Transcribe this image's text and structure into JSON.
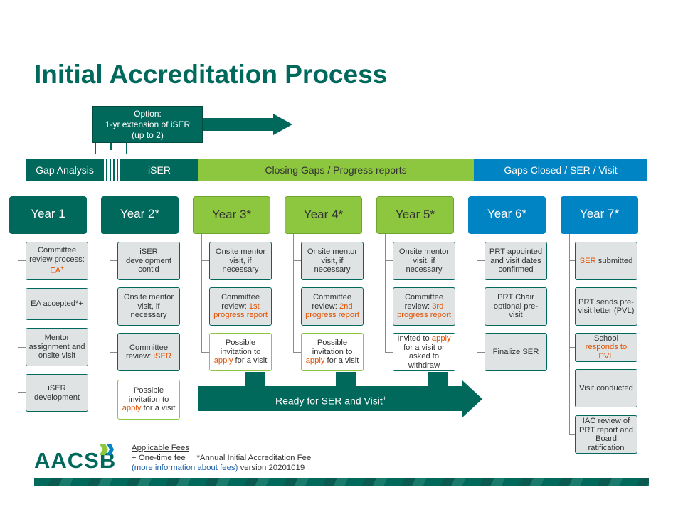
{
  "title": "Initial Accreditation Process",
  "option": {
    "line1": "Option:",
    "line2": "1-yr extension of iSER",
    "line3": "(up to 2)"
  },
  "phases": [
    {
      "label": "Gap Analysis",
      "color": "#00695c"
    },
    {
      "label": "iSER",
      "color": "#00695c"
    },
    {
      "label": "Closing Gaps / Progress reports",
      "color": "#8dc63f"
    },
    {
      "label": "Gaps Closed / SER / Visit",
      "color": "#0084c4"
    }
  ],
  "years": [
    {
      "label": "Year 1",
      "color": "#00695c",
      "text_color": "#ffffff"
    },
    {
      "label": "Year 2*",
      "color": "#00695c",
      "text_color": "#ffffff"
    },
    {
      "label": "Year 3*",
      "color": "#8dc63f",
      "text_color": "#333333"
    },
    {
      "label": "Year 4*",
      "color": "#8dc63f",
      "text_color": "#333333"
    },
    {
      "label": "Year 5*",
      "color": "#8dc63f",
      "text_color": "#333333"
    },
    {
      "label": "Year 6*",
      "color": "#0084c4",
      "text_color": "#ffffff"
    },
    {
      "label": "Year 7*",
      "color": "#0084c4",
      "text_color": "#ffffff"
    }
  ],
  "steps": {
    "y1": [
      "Committee review process: ",
      "EA",
      "+",
      "EA accepted*+",
      "Mentor assignment and onsite visit",
      "iSER development"
    ],
    "y2": [
      "iSER development cont'd",
      "Onsite mentor visit, if necessary",
      "Committee review: ",
      "iSER",
      "Possible invitation to ",
      "apply",
      " for a visit"
    ],
    "y3": [
      "Onsite mentor visit, if necessary",
      "Committee review: ",
      "1st progress report",
      "Possible invitation to ",
      "apply",
      " for a visit"
    ],
    "y4": [
      "Onsite mentor visit, if necessary",
      "Committee review: ",
      "2nd progress report",
      "Possible invitation to ",
      "apply",
      " for a visit"
    ],
    "y5": [
      "Onsite mentor visit, if necessary",
      "Committee review: ",
      "3rd progress report",
      "Invited to ",
      "apply",
      " for a visit or asked to withdraw"
    ],
    "y6": [
      "PRT appointed and visit dates confirmed",
      "PRT Chair optional pre-visit",
      "Finalize SER"
    ],
    "y7": [
      "SER",
      " submitted",
      "PRT sends pre-visit letter (PVL)",
      "School ",
      "responds to PVL",
      "Visit conducted",
      "IAC review of PRT report and Board ratification"
    ]
  },
  "ready": {
    "label": "Ready for SER and Visit",
    "sup": "+"
  },
  "logo": "AACSB",
  "fees": {
    "line1": "Applicable Fees",
    "line2": "+ One-time fee     *Annual Initial Accreditation Fee",
    "link": "(more information about fees)",
    "version": " version 20201019"
  },
  "colors": {
    "accent": "#00695c",
    "green": "#8dc63f",
    "blue": "#0084c4",
    "highlight": "#e35205"
  }
}
